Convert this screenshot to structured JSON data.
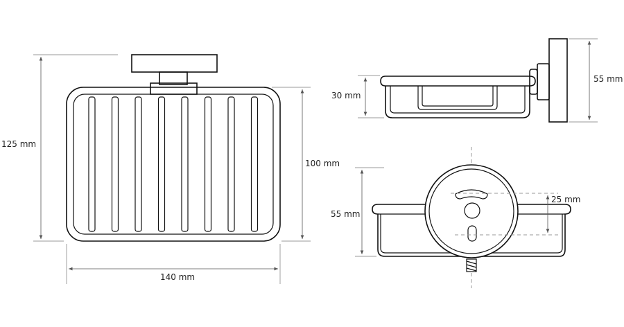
{
  "dimensions": {
    "front_height_total": "125 mm",
    "front_basket_height": "100 mm",
    "front_width": "140 mm",
    "side_basket_height": "30 mm",
    "side_plate_height": "55 mm",
    "bottom_height": "55 mm",
    "bottom_offset": "25 mm"
  },
  "colors": {
    "outline": "#111111",
    "dimension": "#555555",
    "centerline": "#9a9a9a"
  }
}
